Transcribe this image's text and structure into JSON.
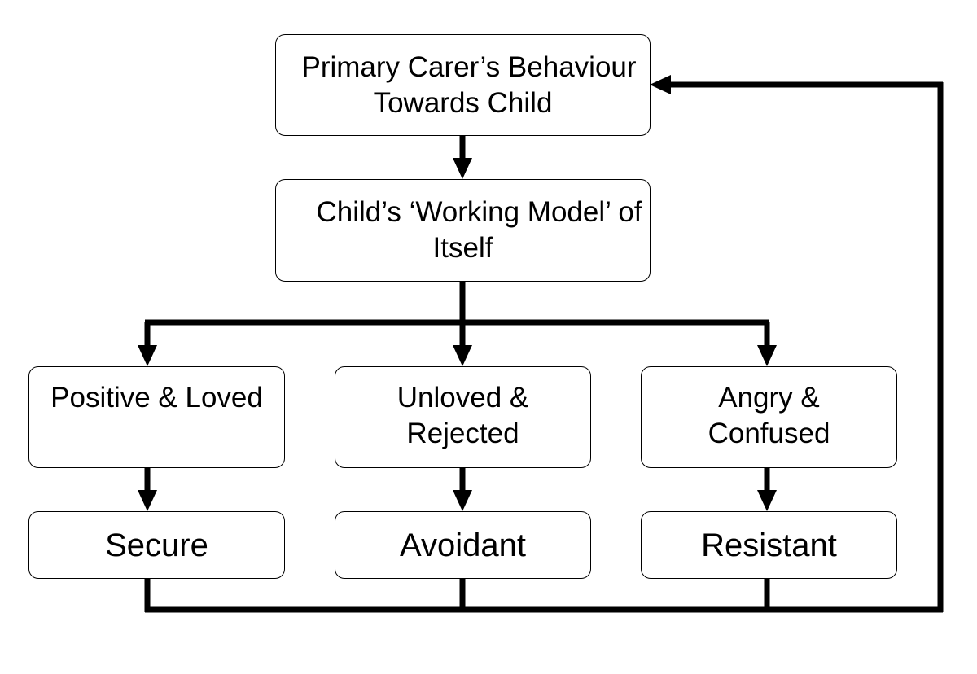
{
  "diagram": {
    "nodes": {
      "carer_behaviour": {
        "lines": [
          "Primary Carer’s Behaviour",
          "Towards Child"
        ]
      },
      "working_model": {
        "lines": [
          "Child’s ‘Working Model’ of",
          "Itself"
        ]
      },
      "positive_loved": {
        "lines": [
          "Positive & Loved"
        ]
      },
      "unloved_rejected": {
        "lines": [
          "Unloved &",
          "Rejected"
        ]
      },
      "angry_confused": {
        "lines": [
          "Angry &",
          "Confused"
        ]
      },
      "secure": {
        "lines": [
          "Secure"
        ]
      },
      "avoidant": {
        "lines": [
          "Avoidant"
        ]
      },
      "resistant": {
        "lines": [
          "Resistant"
        ]
      }
    },
    "edges": [
      {
        "from": "carer_behaviour",
        "to": "working_model"
      },
      {
        "from": "working_model",
        "to": "positive_loved"
      },
      {
        "from": "working_model",
        "to": "unloved_rejected"
      },
      {
        "from": "working_model",
        "to": "angry_confused"
      },
      {
        "from": "positive_loved",
        "to": "secure"
      },
      {
        "from": "unloved_rejected",
        "to": "avoidant"
      },
      {
        "from": "angry_confused",
        "to": "resistant"
      },
      {
        "from": "secure",
        "to": "carer_behaviour"
      },
      {
        "from": "avoidant",
        "to": "carer_behaviour"
      },
      {
        "from": "resistant",
        "to": "carer_behaviour"
      }
    ],
    "colors": {
      "line": "#000000",
      "box_border": "#000000",
      "box_fill": "#ffffff",
      "text": "#000000"
    }
  }
}
